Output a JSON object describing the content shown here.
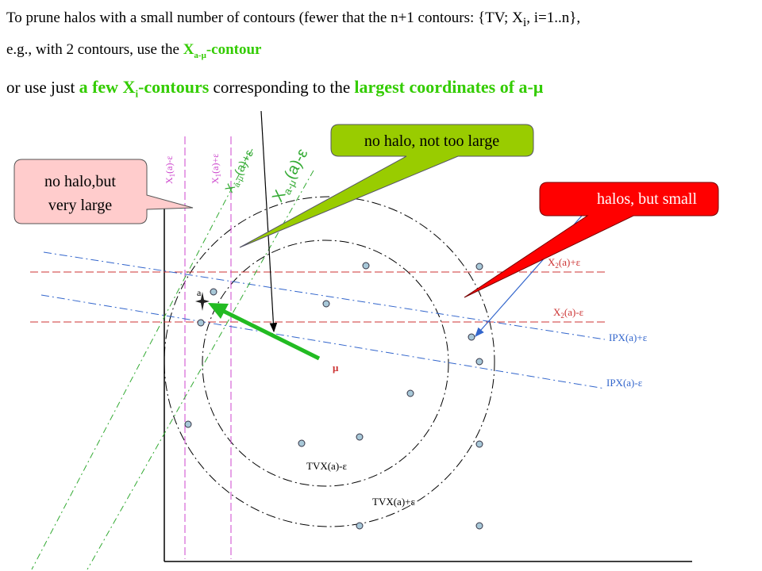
{
  "heading": {
    "line1": {
      "text": "To prune halos with a small number of contours (fewer that the n+1 contours: {TV; X",
      "sub": "i",
      "text_end": ", i=1..n},"
    },
    "line2": {
      "text": "e.g., with 2 contours, use the ",
      "hl_main": "X",
      "hl_sub": "a-μ",
      "hl_end": "-contour"
    },
    "line3": {
      "text": "or use just ",
      "hl1_main": "a few X",
      "hl1_sub": "i",
      "hl1_end": "-contours",
      "text_mid": " corresponding to the ",
      "hl2": "largest coordinates of  a-μ"
    }
  },
  "callouts": {
    "pink": {
      "line1": "no halo,but",
      "line2": "very large",
      "color": "#ffcccc"
    },
    "green": {
      "text": "no halo, not too large",
      "color": "#99cc00"
    },
    "red": {
      "text": "halos, but small",
      "color": "#ff0000"
    }
  },
  "labels": {
    "x1_minus": {
      "main": "X",
      "sub": "1",
      "rest": "(a)-ε"
    },
    "x1_plus": {
      "main": "X",
      "sub": "1",
      "rest": "(a)+ε"
    },
    "xamu_plus": {
      "main": "X",
      "sub": "a-μ",
      "rest": "(a)+ε"
    },
    "xamu_minus": {
      "main": "X",
      "sub": "a-μ",
      "rest": "(a)-ε"
    },
    "x2_plus": {
      "main": "X",
      "sub": "2",
      "rest": "(a)+ε"
    },
    "x2_minus": {
      "main": "X",
      "sub": "2",
      "rest": "(a)-ε"
    },
    "ipx_plus": "IPX(a)+ε",
    "ipx_minus": "IPX(a)-ε",
    "tvx_minus": "TVX(a)-ε",
    "tvx_plus": "TVX(a)+ε",
    "point_a": "a",
    "point_mu": "μ"
  },
  "colors": {
    "red_dash": "#cc3333",
    "purple_dash": "#cc44cc",
    "blue_dash": "#3366cc",
    "green_dash": "#33aa33",
    "arrow_green": "#22bb22",
    "point_fill": "#a8c8d8"
  }
}
